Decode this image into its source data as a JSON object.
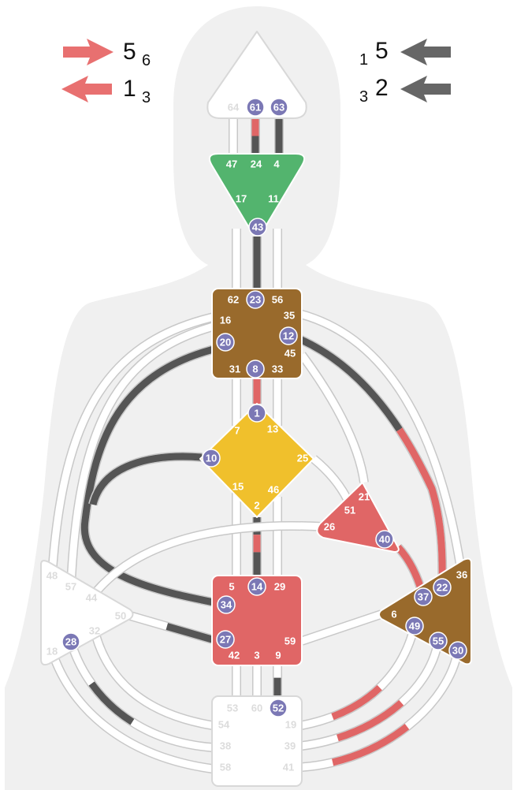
{
  "colors": {
    "silhouette": "#f0f0f0",
    "channel_outline": "#c8c8c8",
    "channel_fill": "#ffffff",
    "design": "#e06666",
    "personality": "#555555",
    "gate_bubble": "#7b78b5",
    "head": "#ffffff",
    "ajna": "#53b46e",
    "throat": "#996a2c",
    "g_center": "#f0c02c",
    "ego": "#e06666",
    "sacral": "#e06666",
    "solar_plexus": "#996a2c",
    "spleen": "#ffffff",
    "root": "#ffffff"
  },
  "arrows": {
    "left_top": {
      "big": "5",
      "sub": "6",
      "color": "#e87070",
      "direction": "right"
    },
    "left_bottom": {
      "big": "1",
      "sub": "3",
      "color": "#e87070",
      "direction": "left"
    },
    "right_top": {
      "big": "5",
      "sub": "1",
      "color": "#666666",
      "direction": "left"
    },
    "right_bottom": {
      "big": "2",
      "sub": "3",
      "color": "#666666",
      "direction": "left"
    }
  },
  "centers": {
    "head": {
      "defined": false,
      "gates": [
        "64",
        "61",
        "63"
      ],
      "active": [
        "61",
        "63"
      ]
    },
    "ajna": {
      "defined": true,
      "gates": [
        "47",
        "24",
        "4",
        "17",
        "11",
        "43"
      ],
      "active": [
        "43"
      ]
    },
    "throat": {
      "defined": true,
      "gates": [
        "62",
        "23",
        "56",
        "16",
        "35",
        "20",
        "12",
        "45",
        "31",
        "8",
        "33"
      ],
      "active": [
        "23",
        "20",
        "12",
        "8"
      ]
    },
    "g_center": {
      "defined": true,
      "gates": [
        "1",
        "7",
        "13",
        "10",
        "25",
        "15",
        "46",
        "2"
      ],
      "active": [
        "1",
        "10"
      ]
    },
    "ego": {
      "defined": true,
      "gates": [
        "21",
        "51",
        "26",
        "40"
      ],
      "active": [
        "40"
      ]
    },
    "sacral": {
      "defined": true,
      "gates": [
        "5",
        "14",
        "29",
        "34",
        "27",
        "59",
        "42",
        "3",
        "9"
      ],
      "active": [
        "14",
        "34",
        "27"
      ]
    },
    "solar_plexus": {
      "defined": true,
      "gates": [
        "36",
        "22",
        "37",
        "6",
        "49",
        "55",
        "30"
      ],
      "active": [
        "22",
        "37",
        "49",
        "55",
        "30"
      ]
    },
    "spleen": {
      "defined": false,
      "gates": [
        "48",
        "57",
        "44",
        "50",
        "32",
        "28",
        "18"
      ],
      "active": [
        "28"
      ]
    },
    "root": {
      "defined": false,
      "gates": [
        "53",
        "60",
        "52",
        "54",
        "19",
        "38",
        "39",
        "58",
        "41"
      ],
      "active": [
        "52"
      ]
    }
  },
  "activated_channels": [
    {
      "gates": [
        "61",
        "24"
      ],
      "activation": "design+personality"
    },
    {
      "gates": [
        "63",
        "4"
      ],
      "activation": "personality"
    },
    {
      "gates": [
        "43",
        "23"
      ],
      "activation": "personality"
    },
    {
      "gates": [
        "8",
        "1"
      ],
      "activation": "design"
    },
    {
      "gates": [
        "20",
        "34"
      ],
      "activation": "personality"
    },
    {
      "gates": [
        "10",
        "34"
      ],
      "activation": "personality"
    },
    {
      "gates": [
        "12",
        "22"
      ],
      "activation": "design+personality"
    },
    {
      "gates": [
        "40",
        "37"
      ],
      "activation": "design"
    },
    {
      "gates": [
        "2",
        "14"
      ],
      "activation": "design+personality"
    },
    {
      "gates": [
        "27",
        "50"
      ],
      "activation": "personality"
    },
    {
      "gates": [
        "52",
        "9"
      ],
      "activation": "personality"
    },
    {
      "gates": [
        "49",
        "19"
      ],
      "activation": "design"
    },
    {
      "gates": [
        "55",
        "39"
      ],
      "activation": "design"
    },
    {
      "gates": [
        "30",
        "41"
      ],
      "activation": "design"
    },
    {
      "gates": [
        "28",
        "38"
      ],
      "activation": "personality"
    }
  ]
}
